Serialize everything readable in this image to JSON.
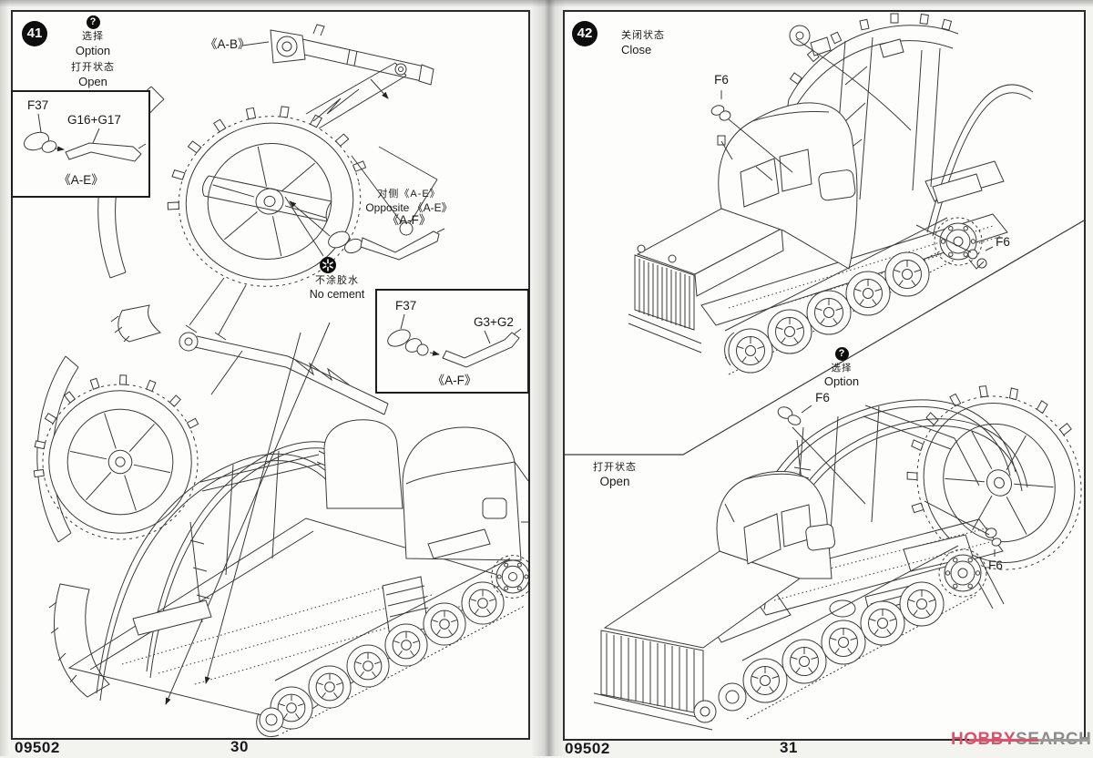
{
  "left_page": {
    "step_number": "41",
    "option_note": {
      "icon": "?",
      "zh": "选择",
      "en": "Option",
      "state_zh": "打开状态",
      "state_en": "Open"
    },
    "callout_ab": "《A-B》",
    "inset_ae": {
      "part_1": "F37",
      "part_2": "G16+G17",
      "caption": "《A-E》"
    },
    "opposite_note": {
      "zh": "对侧《A-E》",
      "en": "Opposite 《A-E》",
      "variant": "《A-F》"
    },
    "no_cement": {
      "zh": "不涂胶水",
      "en": "No cement"
    },
    "inset_af": {
      "part_1": "F37",
      "part_2": "G3+G2",
      "caption": "《A-F》"
    },
    "footer": {
      "kit_number": "09502",
      "page_number": "30"
    }
  },
  "right_page": {
    "step_number": "42",
    "state_close": {
      "zh": "关闭状态",
      "en": "Close"
    },
    "option_note": {
      "icon": "?",
      "zh": "选择",
      "en": "Option"
    },
    "state_open": {
      "zh": "打开状态",
      "en": "Open"
    },
    "f6_label": "F6",
    "footer": {
      "kit_number": "09502",
      "page_number": "31"
    }
  },
  "watermark": {
    "brand_part1": "HOBBY",
    "brand_part2": "SEARCH",
    "accent_red": "#d8536b",
    "text_gray": "#8c8c8c"
  }
}
